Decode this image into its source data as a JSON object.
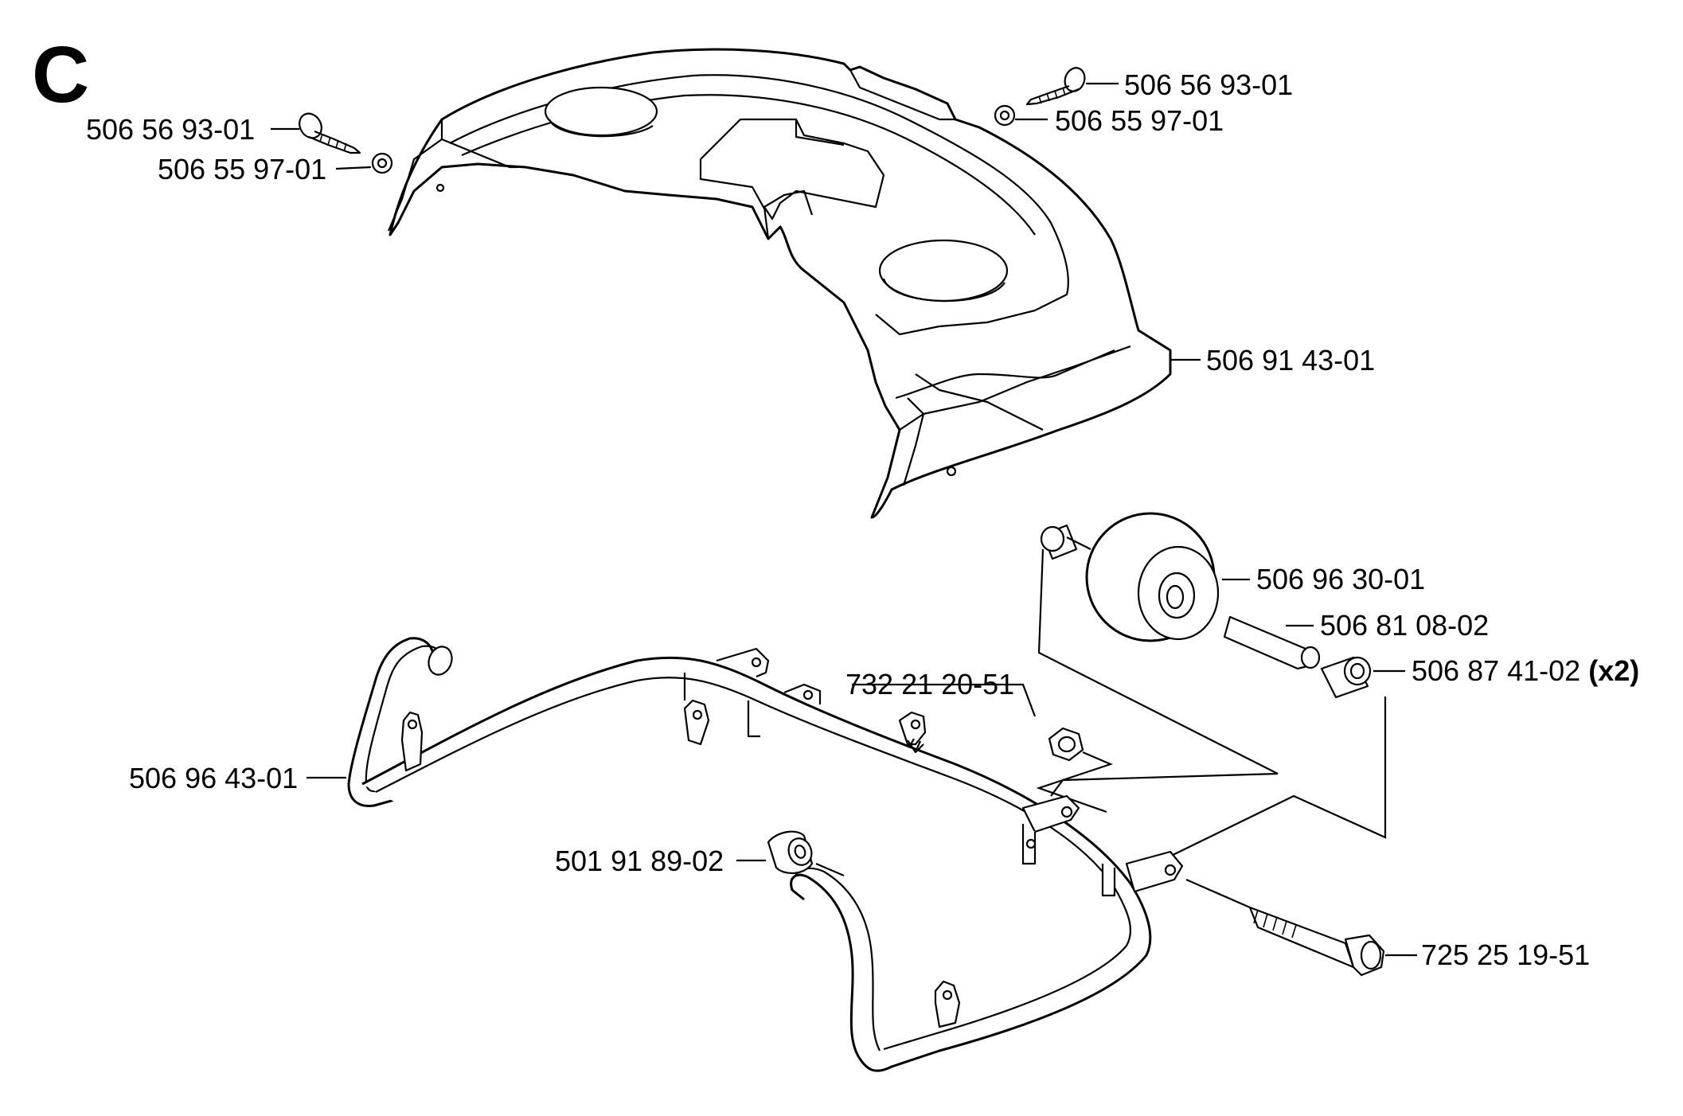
{
  "section": "C",
  "labels": {
    "screw_right": "506 56 93-01",
    "washer_right": "506 55 97-01",
    "screw_left": "506 56 93-01",
    "washer_left": "506 55 97-01",
    "cover": "506 91 43-01",
    "wheel": "506 96 30-01",
    "axle": "506 81 08-02",
    "spacer": "506 87 41-02",
    "spacer_qty": "(x2)",
    "nut": "732 21 20-51",
    "bumper": "506 96 43-01",
    "bushing": "501 91 89-02",
    "bolt": "725 25 19-51"
  },
  "colors": {
    "ink": "#000000",
    "paper": "#ffffff"
  }
}
